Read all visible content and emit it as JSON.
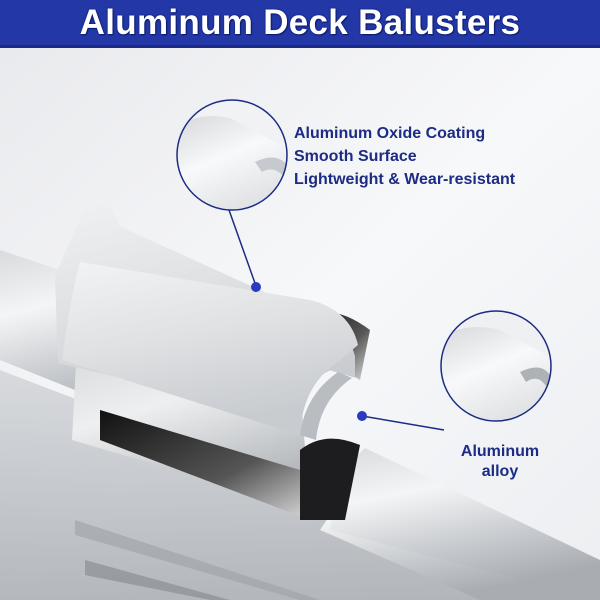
{
  "header": {
    "title": "Aluminum Deck Balusters",
    "background_color": "#2338a6"
  },
  "callouts": {
    "coating": {
      "features": [
        "Aluminum Oxide Coating",
        "Smooth Surface",
        "Lightweight & Wear-resistant"
      ]
    },
    "alloy": {
      "line1": "Aluminum",
      "line2": "alloy"
    }
  },
  "colors": {
    "accent_text": "#1c2b84",
    "callout_line": "#1c2b84",
    "marker_dot": "#2a3bc0"
  }
}
